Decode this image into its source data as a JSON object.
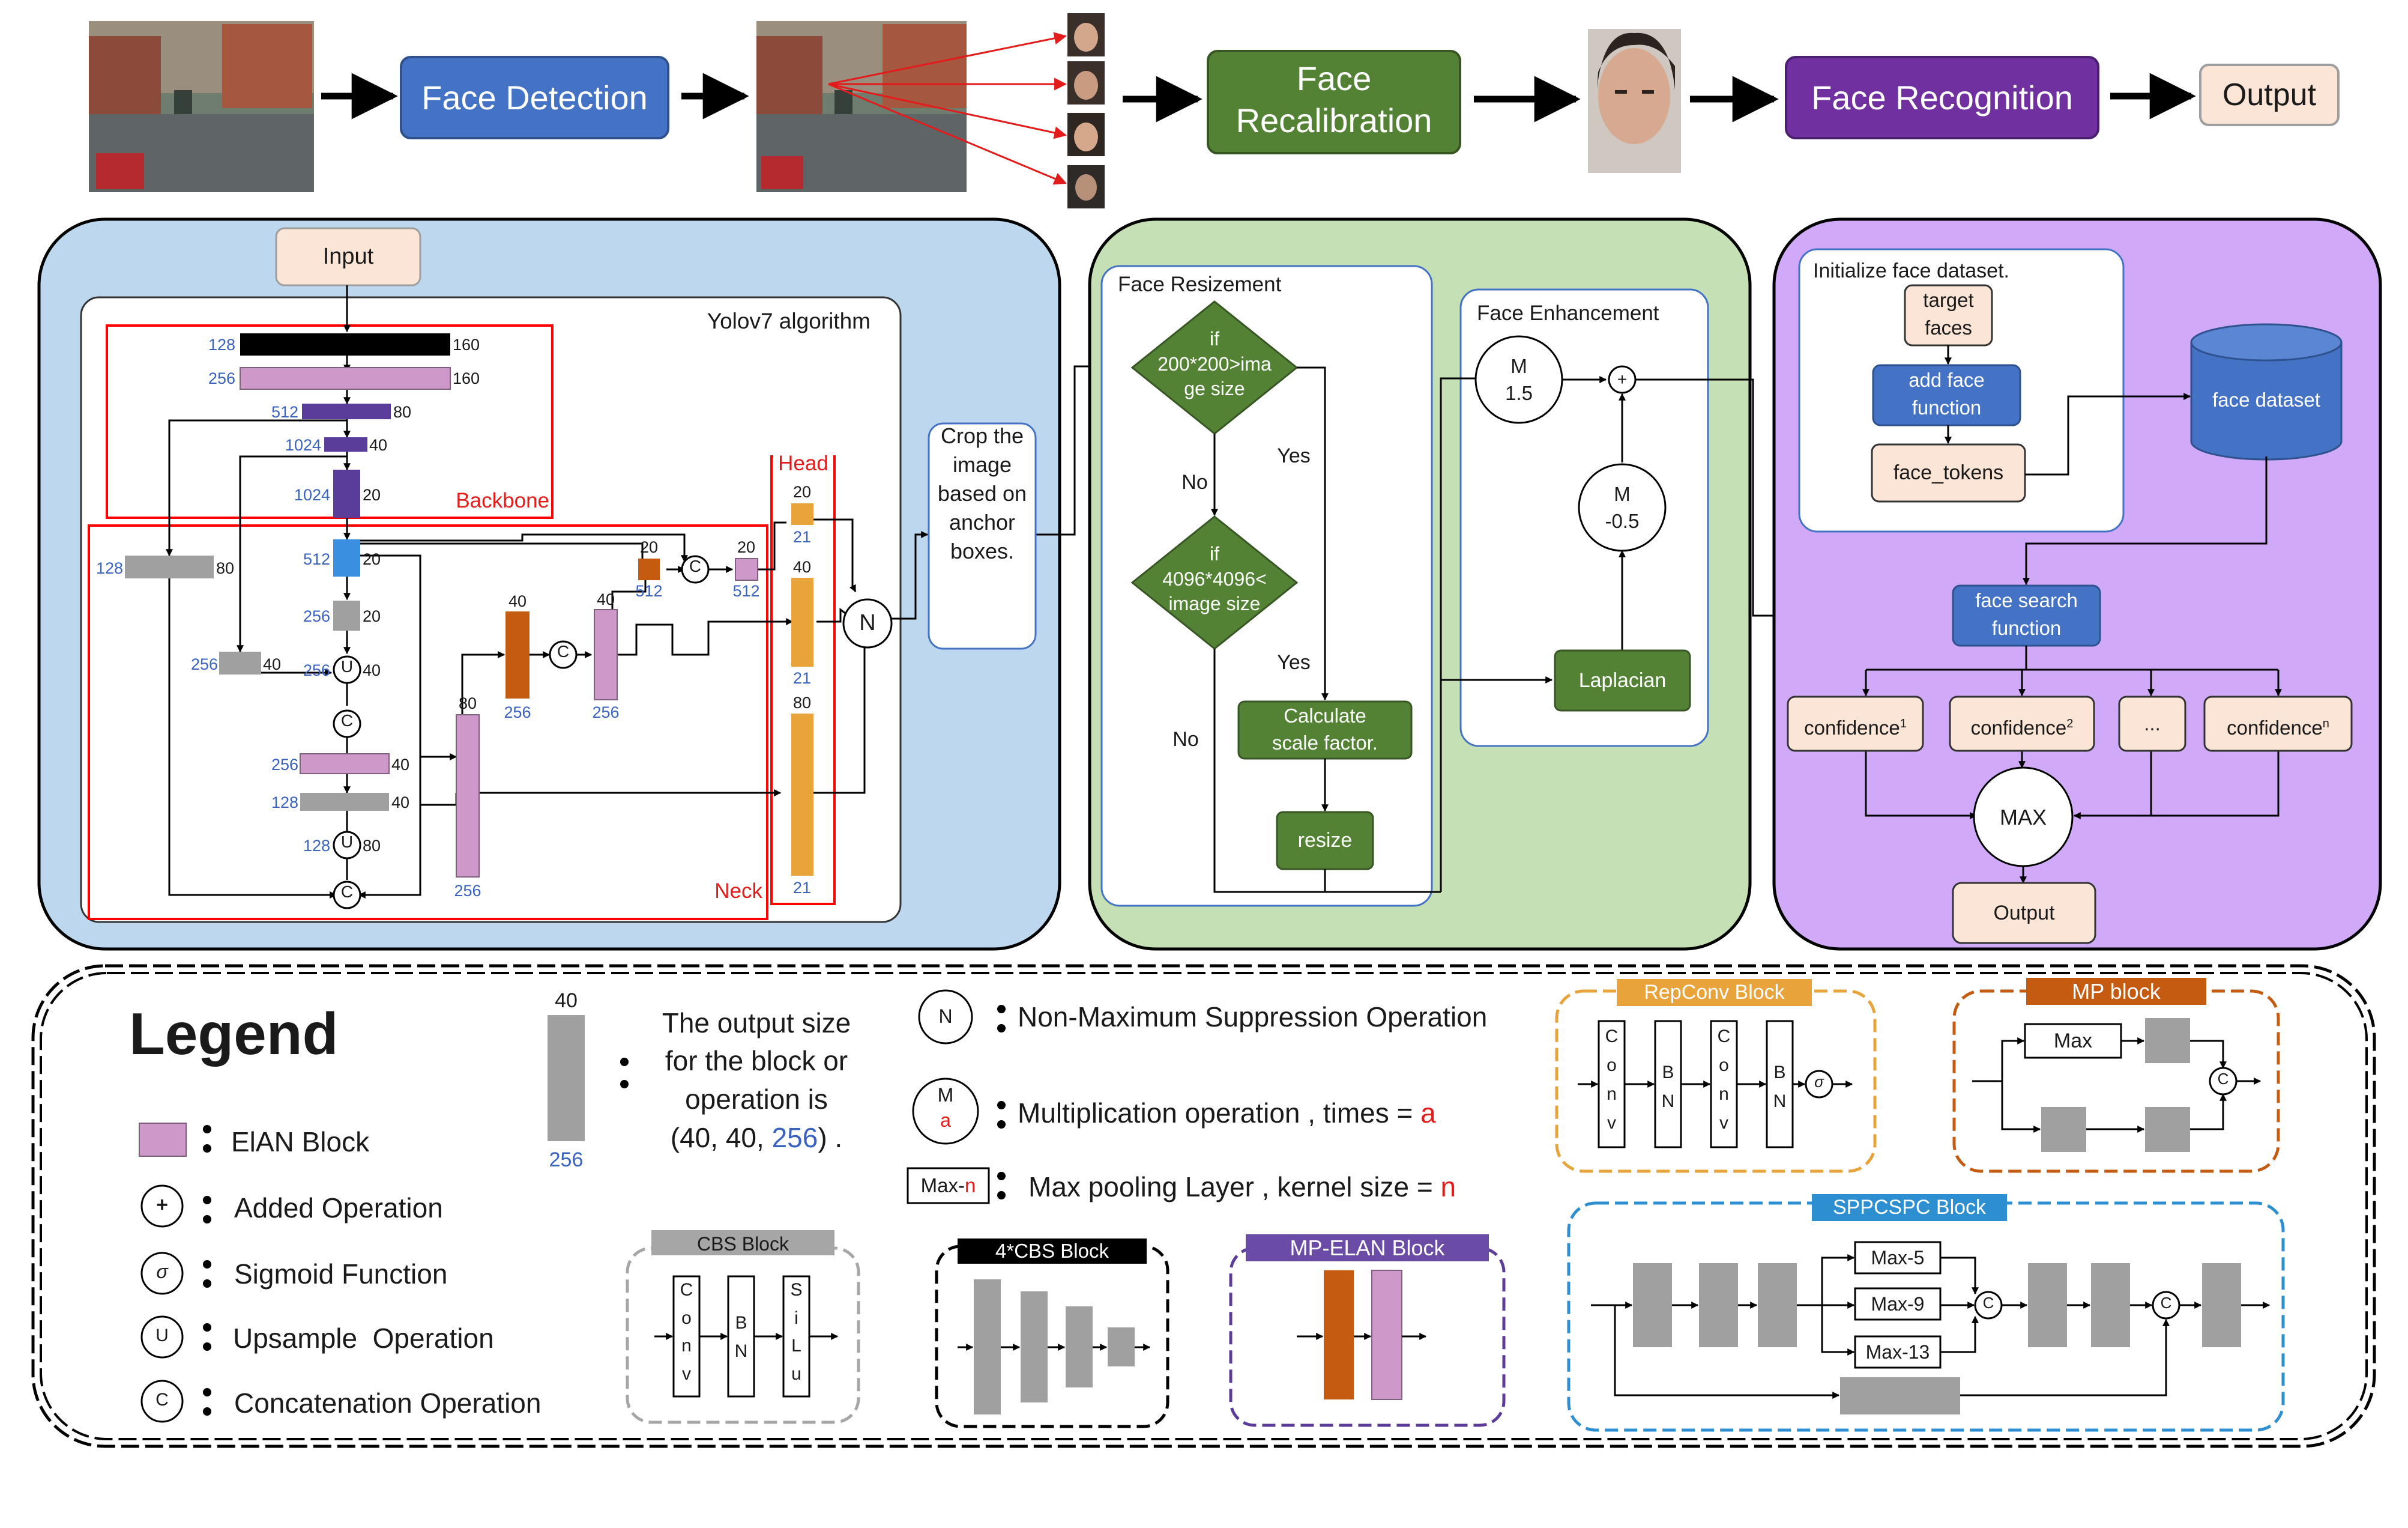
{
  "pipeline": {
    "face_detection": "Face Detection",
    "face_recalibration": "Face\nRecalibration",
    "face_recognition": "Face Recognition",
    "output": "Output"
  },
  "yolo": {
    "input": "Input",
    "title": "Yolov7 algorithm",
    "backbone": "Backbone",
    "neck": "Neck",
    "head": "Head",
    "n_node": "N",
    "sizes": {
      "b1_ch": "128",
      "b1_sz": "160",
      "b2_ch": "256",
      "b2_sz": "160",
      "b3_ch": "512",
      "b3_sz": "80",
      "b4_ch": "1024",
      "b4_sz": "40",
      "b5_ch": "1024",
      "b5_sz": "20",
      "n1_ch": "512",
      "n1_sz": "20",
      "n2_ch": "256",
      "n2_sz": "20",
      "u1_ch": "256",
      "u1_sz": "40",
      "side1_ch": "256",
      "side1_sz": "40",
      "side2_ch": "128",
      "side2_sz": "80",
      "e1_ch": "256",
      "e1_sz": "40",
      "g1_ch": "128",
      "g1_sz": "40",
      "u2_ch": "128",
      "u2_sz": "80",
      "p1_top": "80",
      "p1_bot": "256",
      "o1_top": "40",
      "o1_bot": "256",
      "pk1_top": "40",
      "pk1_bot": "256",
      "o2_top": "20",
      "o2_bot": "512",
      "pk2_top": "20",
      "pk2_bot": "512",
      "h1_top": "20",
      "h1_bot": "21",
      "h2_top": "40",
      "h2_bot": "21",
      "h3_top": "80",
      "h3_bot": "21"
    }
  },
  "crop_box": "Crop the image based on anchor boxes.",
  "recal": {
    "resizement_title": "Face Resizement",
    "decision1": "if\n200*200>ima\nge size",
    "decision2": "if\n4096*4096<\nimage size",
    "yes1": "Yes",
    "no1": "No",
    "yes2": "Yes",
    "no2": "No",
    "calc": "Calculate\nscale factor.",
    "resize": "resize",
    "enhancement_title": "Face Enhancement",
    "m1": "M\n1.5",
    "m2": "M\n-0.5",
    "laplacian": "Laplacian"
  },
  "recog": {
    "init_title": "Initialize face dataset.",
    "target_faces": "target\nfaces",
    "add_face": "add face\nfunction",
    "face_tokens": "face_tokens",
    "face_dataset": "face dataset",
    "face_search": "face search\nfunction",
    "confidence_base": "confidence",
    "conf1_sup": "1",
    "conf2_sup": "2",
    "ellipsis": "...",
    "confn_sup": "n",
    "max": "MAX",
    "output": "Output"
  },
  "legend": {
    "title": "Legend",
    "elan": "ElAN Block",
    "added": "Added Operation",
    "sigmoid": "Sigmoid Function",
    "upsample": "Upsample  Operation",
    "concat": "Concatenation Operation",
    "output_size_line1": "The output size",
    "output_size_line2": "for the block or",
    "output_size_line3": "operation is",
    "output_size_pre": "(40, 40, ",
    "output_size_blue": "256",
    "output_size_post": ") .",
    "sample_top": "40",
    "sample_bot": "256",
    "nms": "Non-Maximum Suppression Operation",
    "mult_pre": "Multiplication operation , times = ",
    "mult_var": "a",
    "maxpool_pre": "Max pooling Layer , kernel size = ",
    "maxpool_var": "n",
    "maxn_box_pre": "Max-",
    "maxn_box_var": "n",
    "n_symbol": "N",
    "m_symbol": "M",
    "a_symbol": "a",
    "plus_symbol": "+",
    "sigma_symbol": "σ",
    "u_symbol": "U",
    "c_symbol": "C",
    "cbs_title": "CBS Block",
    "cbs_conv": "C\no\nn\nv",
    "cbs_bn": "B\nN",
    "cbs_silu": "S\ni\nL\nu",
    "cbs4_title": "4*CBS Block",
    "mpelan_title": "MP-ELAN Block",
    "repconv_title": "RepConv Block",
    "rep_conv": "C\no\nn\nv",
    "rep_bn": "B\nN",
    "mp_title": "MP block",
    "mp_max": "Max",
    "sppcspc_title": "SPPCSPC Block",
    "spp_max5": "Max-5",
    "spp_max9": "Max-9",
    "spp_max13": "Max-13"
  },
  "colors": {
    "blue_box": "#4472c4",
    "green_box": "#548235",
    "purple_box": "#7030a0",
    "peach_box": "#fbe5d6",
    "elan_pink": "#cc99c9",
    "orange_block": "#c55a11",
    "head_orange": "#e8a33a",
    "gray_block": "#a0a0a0",
    "yolo_panel": "#bdd7ee",
    "recal_panel": "#c5e0b4",
    "recog_panel": "#d0aaf8",
    "red_frame": "#ff0000"
  },
  "icons": {
    "scene_photo": "scene-photo",
    "face_crops": "face-crop-photo",
    "face_portrait": "face-portrait-photo",
    "database": "database-cylinder-icon"
  }
}
